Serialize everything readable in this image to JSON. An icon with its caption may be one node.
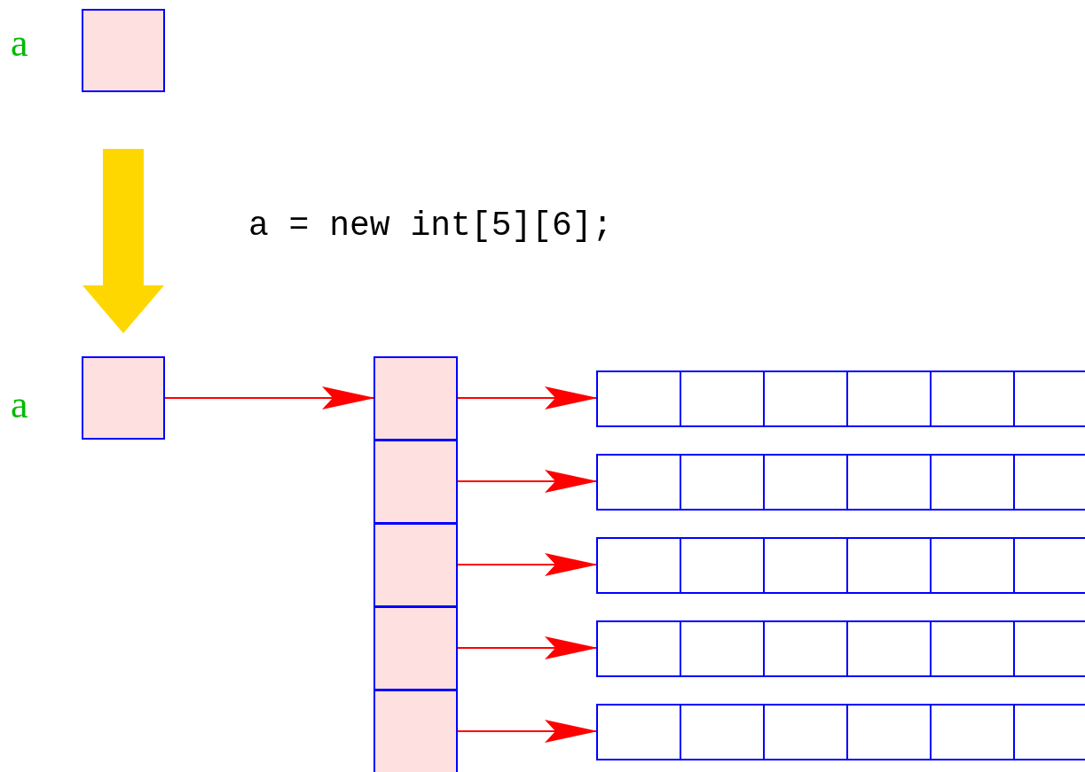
{
  "diagram": {
    "nodes": [
      {
        "text": [],
        "shape": "box",
        "beside": [
          "a"
        ]
      },
      {
        "text": [],
        "shape": "box",
        "beside": [
          "a"
        ]
      },
      {
        "text": [],
        "shape": "box"
      },
      {
        "text": [],
        "shape": "box"
      },
      {
        "text": [],
        "shape": "box"
      },
      {
        "text": [],
        "shape": "box"
      },
      {
        "text": [],
        "shape": "box"
      },
      {
        "text": [],
        "shape": "bar"
      },
      {
        "text": [],
        "shape": "bar"
      },
      {
        "text": [],
        "shape": "bar"
      },
      {
        "text": [],
        "shape": "bar"
      },
      {
        "text": [],
        "shape": "bar"
      }
    ],
    "edges": [
      {
        "from": 0,
        "to": 1,
        "arrow": "to",
        "label": "a = new int[5][6];",
        "style": "thick",
        "color": "#ffd700"
      },
      {
        "from": 1,
        "to": 2,
        "arrow": "to"
      },
      {
        "from": 2,
        "to": 7,
        "arrow": "to"
      },
      {
        "from": 3,
        "to": 8,
        "arrow": "to"
      },
      {
        "from": 4,
        "to": 9,
        "arrow": "to"
      },
      {
        "from": 5,
        "to": 10,
        "arrow": "to"
      },
      {
        "from": 6,
        "to": 11,
        "arrow": "to"
      }
    ]
  }
}
